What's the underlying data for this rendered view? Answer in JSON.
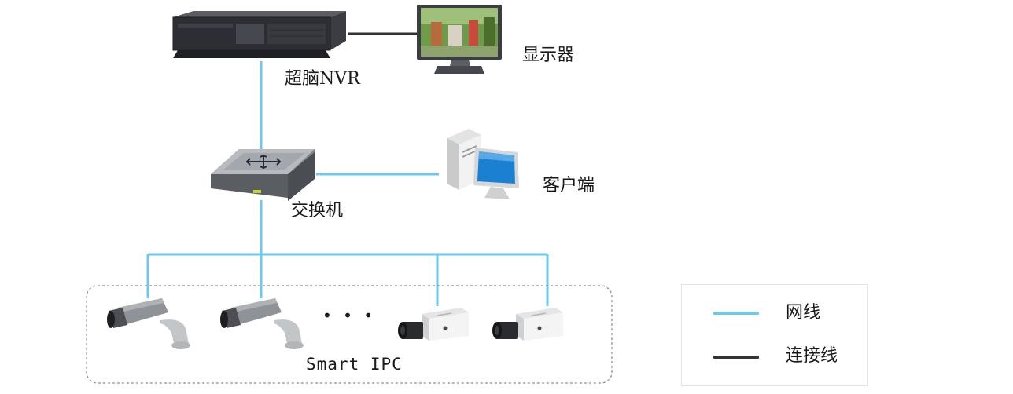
{
  "nodes": {
    "nvr": "超脑NVR",
    "monitor": "显示器",
    "switch": "交换机",
    "client": "客户端",
    "ipc_group": "Smart IPC"
  },
  "ellipsis": "• • •",
  "legend": {
    "network_line": "网线",
    "connection_line": "连接线"
  },
  "colors": {
    "network_line": "#6cc8ec",
    "connection_line": "#333333"
  }
}
